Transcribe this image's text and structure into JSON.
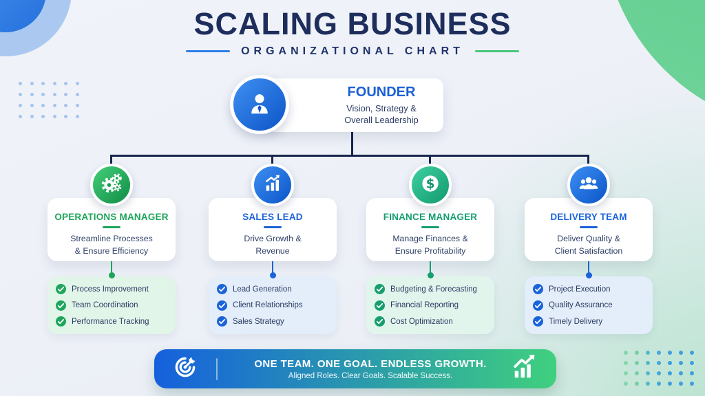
{
  "header": {
    "title": "SCALING BUSINESS",
    "subtitle": "ORGANIZATIONAL CHART",
    "line_left_color": "#2e7fe8",
    "line_right_color": "#46c87c"
  },
  "founder": {
    "title": "FOUNDER",
    "description": "Vision, Strategy &\nOverall Leadership",
    "icon": "person-icon",
    "accent": "#1b5fd6",
    "circle_from": "#3f90f2",
    "circle_to": "#0c54c7"
  },
  "columns": [
    {
      "title": "OPERATIONS MANAGER",
      "description": "Streamline Processes\n& Ensure Efficiency",
      "icon": "gears-icon",
      "accent": "#1ea55b",
      "circle_from": "#45cf78",
      "circle_to": "#108c46",
      "list_bg": "#e2f5e9",
      "check_color": "#1fa65c",
      "items": [
        "Process Improvement",
        "Team Coordination",
        "Performance Tracking"
      ]
    },
    {
      "title": "SALES LEAD",
      "description": "Drive Growth &\nRevenue",
      "icon": "bar-chart-arrow-icon",
      "accent": "#1b63d8",
      "circle_from": "#3d8ff3",
      "circle_to": "#0b55c8",
      "list_bg": "#e3eefa",
      "check_color": "#1b63d8",
      "items": [
        "Lead Generation",
        "Client Relationships",
        "Sales Strategy"
      ]
    },
    {
      "title": "FINANCE MANAGER",
      "description": "Manage Finances &\nEnsure Profitability",
      "icon": "dollar-icon",
      "accent": "#169e71",
      "circle_from": "#3ed0a0",
      "circle_to": "#12996e",
      "list_bg": "#e2f5ec",
      "check_color": "#189e6d",
      "items": [
        "Budgeting & Forecasting",
        "Financial Reporting",
        "Cost Optimization"
      ]
    },
    {
      "title": "DELIVERY TEAM",
      "description": "Deliver Quality &\nClient Satisfaction",
      "icon": "team-icon",
      "accent": "#1b63d8",
      "circle_from": "#3d8ff3",
      "circle_to": "#0b55c8",
      "list_bg": "#e3eefa",
      "check_color": "#1b63d8",
      "items": [
        "Project Execution",
        "Quality Assurance",
        "Timely Delivery"
      ]
    }
  ],
  "banner": {
    "headline": "ONE TEAM. ONE GOAL. ENDLESS GROWTH.",
    "subline": "Aligned Roles. Clear Goals. Scalable Success.",
    "left_icon": "target-icon",
    "right_icon": "growth-icon",
    "gradient_from": "#1560dd",
    "gradient_to": "#3fd07e"
  },
  "connector_color": "#16254e",
  "decor": {
    "top_left_dots": {
      "rows": 4,
      "cols": 6,
      "color": "#a6c4ee"
    },
    "bottom_right_dots": {
      "rows": 4,
      "cols": 7,
      "column_colors": [
        "#84d7a9",
        "#74cfa7",
        "#55b8c9",
        "#46a5dd",
        "#3f9fdd",
        "#3f9fdd",
        "#3f9fdd"
      ]
    }
  }
}
